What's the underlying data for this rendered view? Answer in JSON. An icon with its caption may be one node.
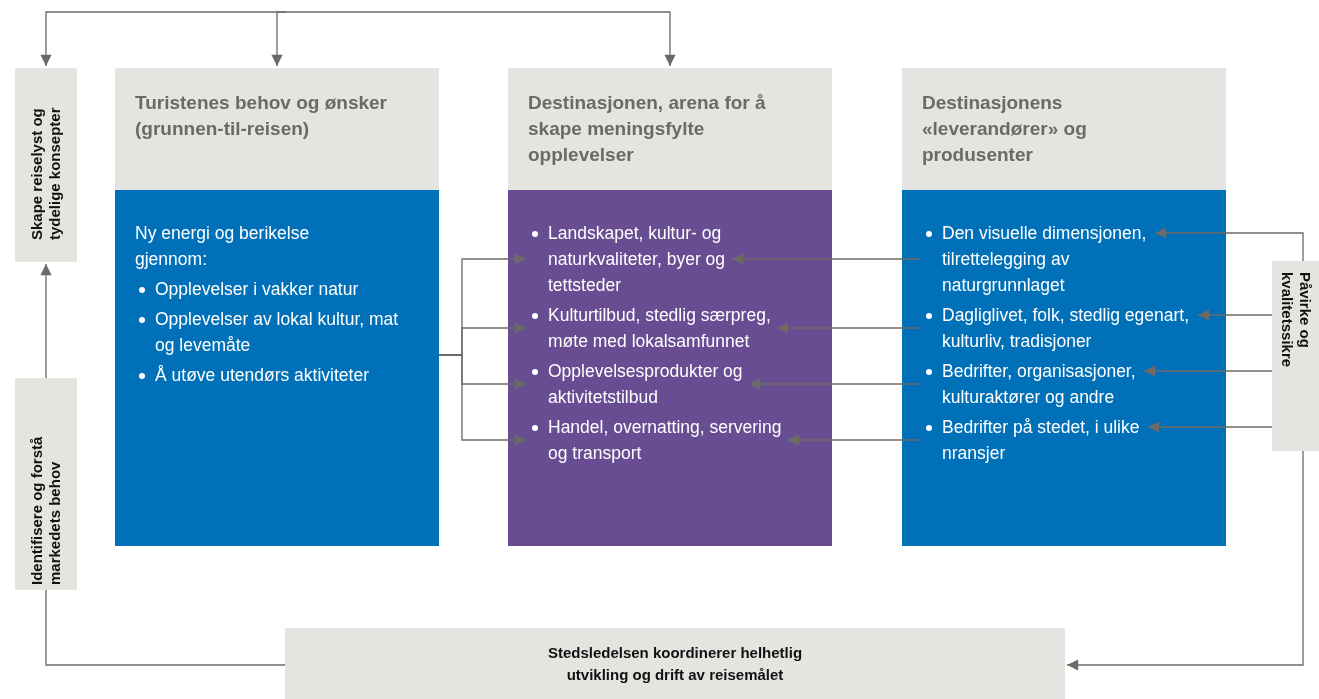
{
  "diagram": {
    "nodes": [
      {
        "text": [
          "Skape reiselyst og tydelige konsepter"
        ]
      },
      {
        "text": [
          "Identifisere og forstå markedets behov"
        ]
      },
      {
        "text": [
          "Turistenes behov og ønsker (grunnen-til-reisen)",
          "Ny energi og berikelse gjennom:",
          "Opplevelser i vakker natur",
          "Opplevelser av lokal kultur, mat og levemåte",
          "Å utøve utendørs aktiviteter"
        ]
      },
      {
        "text": [
          "Destinasjonen, arena for å skape meningsfylte opplevelser"
        ]
      },
      {
        "text": [
          "Landskapet, kultur- og naturkvaliteter, byer og tettsteder"
        ],
        "in": 3
      },
      {
        "text": [
          "Kulturtilbud, stedlig særpreg, møte med lokalsamfunnet"
        ],
        "in": 3
      },
      {
        "text": [
          "Opplevelsesprodukter og aktivitetstilbud"
        ],
        "in": 3
      },
      {
        "text": [
          "Handel, overnatting, servering og transport"
        ],
        "in": 3
      },
      {
        "text": [
          "Destinasjonens «leverandører» og produsenter"
        ]
      },
      {
        "text": [
          "Den visuelle dimensjonen, tilrettelegging av naturgrunnlaget"
        ],
        "in": 8
      },
      {
        "text": [
          "Dagliglivet, folk, stedlig egenart, kulturliv, tradisjoner"
        ],
        "in": 8
      },
      {
        "text": [
          "Bedrifter, organisasjoner, kulturaktører og andre"
        ],
        "in": 8
      },
      {
        "text": [
          "Bedrifter på stedet, i ulike nransjer"
        ],
        "in": 8
      },
      {
        "text": [
          "Påvirke og kvalitetssikre"
        ]
      },
      {
        "text": [
          "Stedsledelsen koordinerer helhetlig utvikling og drift av reisemålet"
        ]
      }
    ],
    "edges": [
      {
        "from": null,
        "to": 0,
        "arrow": "to"
      },
      {
        "from": null,
        "to": 2,
        "arrow": "to"
      },
      {
        "from": null,
        "to": 3,
        "arrow": "to"
      },
      {
        "from": 1,
        "to": 0,
        "arrow": "to"
      },
      {
        "from": 2,
        "to": 4,
        "arrow": "to"
      },
      {
        "from": 2,
        "to": 5,
        "arrow": "to"
      },
      {
        "from": 2,
        "to": 6,
        "arrow": "to"
      },
      {
        "from": 2,
        "to": 7,
        "arrow": "to"
      },
      {
        "from": 9,
        "to": 4,
        "arrow": "to"
      },
      {
        "from": 10,
        "to": 5,
        "arrow": "to"
      },
      {
        "from": 11,
        "to": 6,
        "arrow": "to"
      },
      {
        "from": 12,
        "to": 7,
        "arrow": "to"
      },
      {
        "from": 13,
        "to": 9,
        "arrow": "to"
      },
      {
        "from": 13,
        "to": 10,
        "arrow": "to"
      },
      {
        "from": 13,
        "to": 11,
        "arrow": "to"
      },
      {
        "from": 13,
        "to": 12,
        "arrow": "to"
      },
      {
        "from": 13,
        "to": 14,
        "arrow": "to"
      },
      {
        "from": 14,
        "to": 1,
        "arrow": "none"
      }
    ]
  }
}
